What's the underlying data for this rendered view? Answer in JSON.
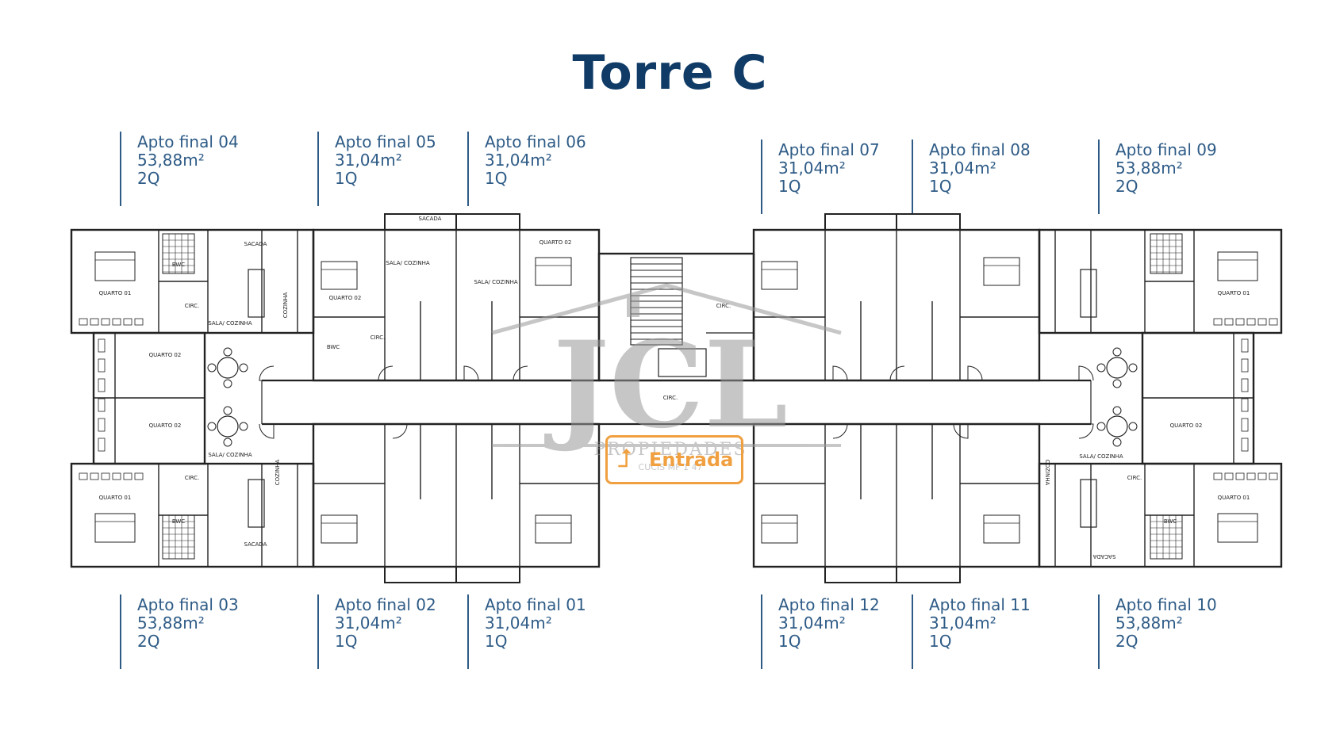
{
  "title": "Torre C",
  "colors": {
    "title": "#0f3b66",
    "label_text": "#2e5b86",
    "label_bar": "#2e5b86",
    "entrance": "#f0a040",
    "plan_line": "#222222",
    "watermark": "#999999"
  },
  "apartments_top": [
    {
      "name": "Apto final 04",
      "area": "53,88m²",
      "rooms": "2Q"
    },
    {
      "name": "Apto final 05",
      "area": "31,04m²",
      "rooms": "1Q"
    },
    {
      "name": "Apto final 06",
      "area": "31,04m²",
      "rooms": "1Q"
    },
    {
      "name": "Apto final 07",
      "area": "31,04m²",
      "rooms": "1Q"
    },
    {
      "name": "Apto final 08",
      "area": "31,04m²",
      "rooms": "1Q"
    },
    {
      "name": "Apto final 09",
      "area": "53,88m²",
      "rooms": "2Q"
    }
  ],
  "apartments_bottom": [
    {
      "name": "Apto final 03",
      "area": "53,88m²",
      "rooms": "2Q"
    },
    {
      "name": "Apto final 02",
      "area": "31,04m²",
      "rooms": "1Q"
    },
    {
      "name": "Apto final 01",
      "area": "31,04m²",
      "rooms": "1Q"
    },
    {
      "name": "Apto final 12",
      "area": "31,04m²",
      "rooms": "1Q"
    },
    {
      "name": "Apto final 11",
      "area": "31,04m²",
      "rooms": "1Q"
    },
    {
      "name": "Apto final 10",
      "area": "53,88m²",
      "rooms": "2Q"
    }
  ],
  "plan_labels": {
    "sacada": "SACADA",
    "quarto01": "QUARTO 01",
    "quarto02": "QUARTO 02",
    "sala_cozinha": "SALA/ COZINHA",
    "circ": "CIRC.",
    "bwc": "BWC",
    "cozinha": "COZINHA"
  },
  "watermark": {
    "brand": "JCL",
    "sub": "PROPIEDADES",
    "code": "CUCIS MF 1 47"
  },
  "entrance_label": "Entrada"
}
